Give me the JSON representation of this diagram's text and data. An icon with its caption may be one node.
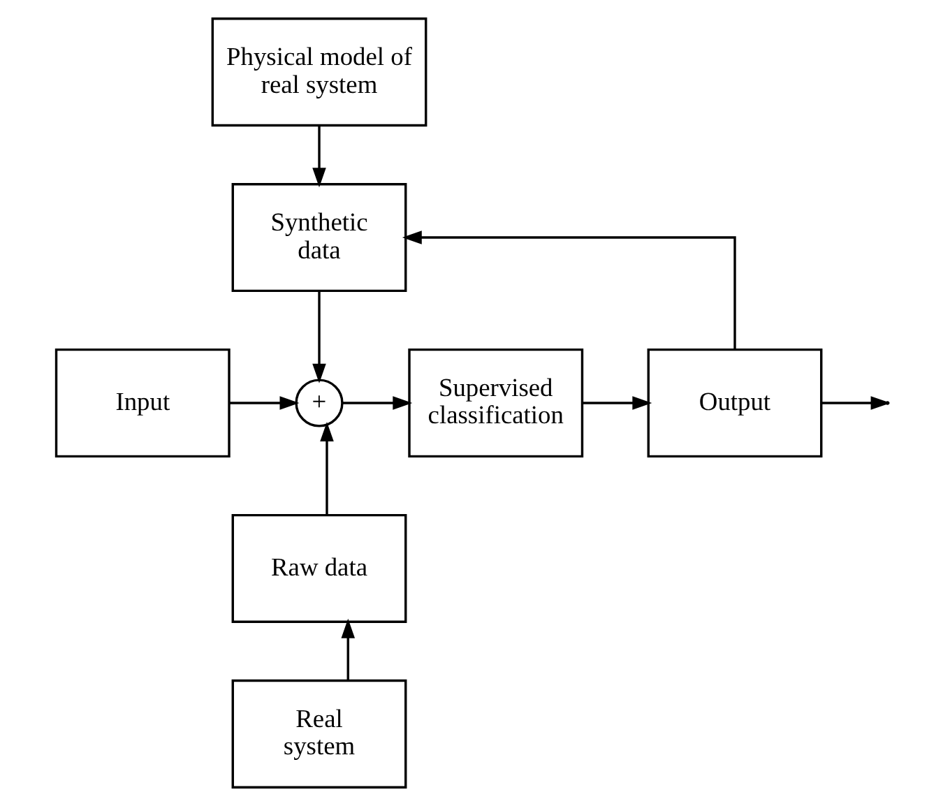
{
  "diagram": {
    "nodes": [
      {
        "text": [
          "Physical model of real system"
        ]
      },
      {
        "text": [
          "Synthetic data"
        ]
      },
      {
        "text": [
          "Input"
        ]
      },
      {
        "text": [
          "+"
        ]
      },
      {
        "text": [
          "Supervised classification"
        ]
      },
      {
        "text": [
          "Output"
        ]
      },
      {
        "text": [
          "Raw data"
        ]
      },
      {
        "text": [
          "Real system"
        ]
      }
    ],
    "edges": [
      {
        "from": 0,
        "to": 1,
        "arrow": "to"
      },
      {
        "from": 1,
        "to": 3,
        "arrow": "to"
      },
      {
        "from": 2,
        "to": 3,
        "arrow": "to"
      },
      {
        "from": 7,
        "to": 6,
        "arrow": "to"
      },
      {
        "from": 6,
        "to": 3,
        "arrow": "to"
      },
      {
        "from": 3,
        "to": 4,
        "arrow": "to"
      },
      {
        "from": 4,
        "to": 5,
        "arrow": "to"
      },
      {
        "from": 5,
        "to": null,
        "arrow": "to"
      },
      {
        "from": 5,
        "to": 1,
        "arrow": "to"
      }
    ]
  }
}
